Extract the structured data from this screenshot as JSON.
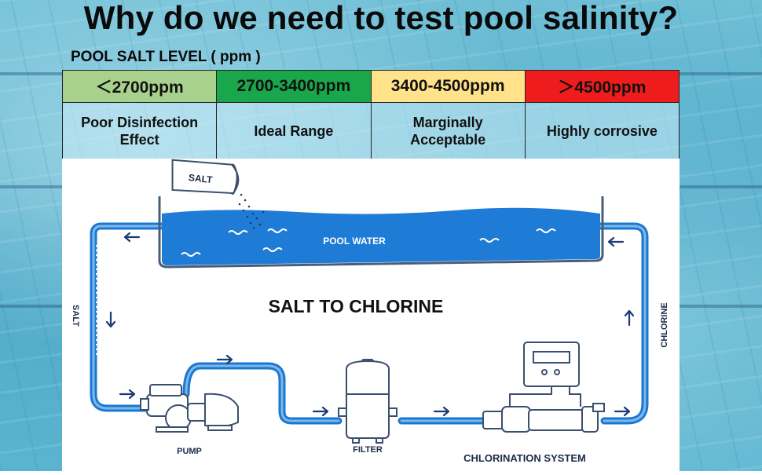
{
  "title": "Why do we need to test pool salinity?",
  "subtitle": "POOL SALT LEVEL ( ppm )",
  "levels": [
    {
      "range": "＜2700ppm",
      "description": "Poor Disinfection Effect",
      "color": "#a9d18e"
    },
    {
      "range": "2700-3400ppm",
      "description": "Ideal Range",
      "color": "#1aa64b"
    },
    {
      "range": "3400-4500ppm",
      "description": "Marginally Acceptable",
      "color": "#ffe28a"
    },
    {
      "range": "＞4500ppm",
      "description": "Highly corrosive",
      "color": "#ee1c1c"
    }
  ],
  "diagram": {
    "salt_bag": "SALT",
    "pool": "POOL WATER",
    "center": "SALT TO CHLORINE",
    "left_pipe": "SALT",
    "right_pipe": "CHLORINE",
    "pump": "PUMP",
    "filter": "FILTER",
    "chlorination": "CHLORINATION SYSTEM"
  },
  "colors": {
    "pipe": "#1a78d2",
    "water": "#1e7bd6",
    "equipment": "#3a4f6e",
    "label": "#1c2b4a"
  }
}
